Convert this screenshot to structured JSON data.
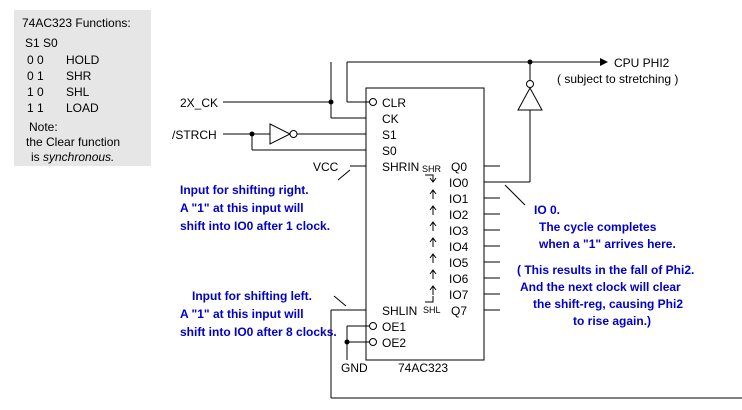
{
  "func_table": {
    "title": "74AC323 Functions:",
    "header": "S1 S0",
    "rows": [
      {
        "code": "0   0",
        "name": "HOLD"
      },
      {
        "code": "0   1",
        "name": "SHR"
      },
      {
        "code": "1   0",
        "name": "SHL"
      },
      {
        "code": "1   1",
        "name": "LOAD"
      }
    ],
    "note_label": "Note:",
    "note_line1": "the Clear function",
    "note_line2_prefix": "is ",
    "note_line2_italic": "synchronous."
  },
  "signals": {
    "clk2x": "2X_CK",
    "strch": "/STRCH",
    "vcc": "VCC",
    "gnd": "GND",
    "cpu_phi2": "CPU PHI2",
    "stretch_note": "( subject to stretching )"
  },
  "chip": {
    "name": "74AC323",
    "pins_left": [
      "CLR",
      "CK",
      "S1",
      "S0",
      "SHRIN",
      "SHLIN",
      "OE1",
      "OE2"
    ],
    "pins_right": [
      "Q0",
      "IO0",
      "IO1",
      "IO2",
      "IO3",
      "IO4",
      "IO5",
      "IO6",
      "IO7",
      "Q7"
    ],
    "shr": "SHR",
    "shl": "SHL"
  },
  "annotations": {
    "right_shift": [
      "Input for shifting right.",
      "A \"1\" at this input will",
      "shift into IO0 after 1 clock."
    ],
    "left_shift": [
      "Input for shifting left.",
      "A \"1\" at this input will",
      "shift into IO0 after 8 clocks."
    ],
    "io0": [
      "IO 0.",
      "The cycle completes",
      "when a \"1\" arrives here."
    ],
    "phi2": [
      "( This results in the fall of Phi2.",
      "And the next clock will clear",
      "the shift-reg, causing Phi2",
      "to rise again.)"
    ]
  },
  "colors": {
    "annotation": "#0000cc",
    "panel": "#e6e6e6",
    "wire": "#000000"
  }
}
